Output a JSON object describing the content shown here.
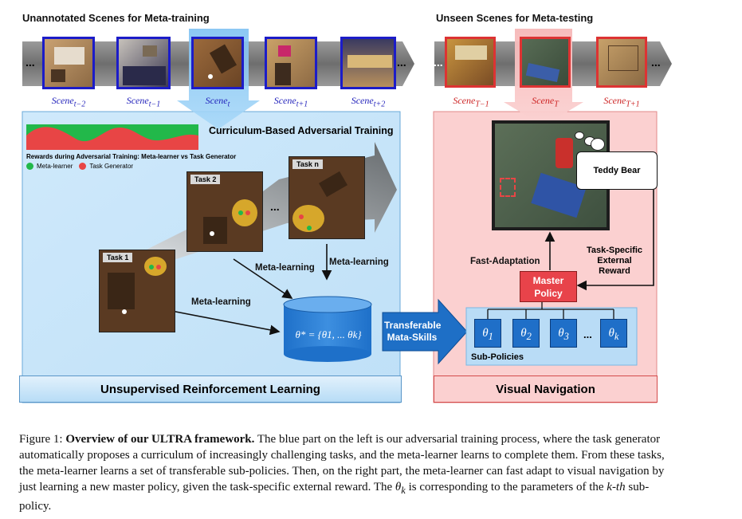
{
  "figure": {
    "left_header": "Unannotated Scenes for Meta-training",
    "right_header": "Unseen Scenes for Meta-testing",
    "ellipsis": "...",
    "train_scenes": [
      {
        "base": "Scene",
        "sub": "t−2"
      },
      {
        "base": "Scene",
        "sub": "t−1"
      },
      {
        "base": "Scene",
        "sub": "t"
      },
      {
        "base": "Scene",
        "sub": "t+1"
      },
      {
        "base": "Scene",
        "sub": "t+2"
      }
    ],
    "test_scenes": [
      {
        "base": "Scene",
        "sub": "T−1"
      },
      {
        "base": "Scene",
        "sub": "T"
      },
      {
        "base": "Scene",
        "sub": "T+1"
      }
    ],
    "left_panel": {
      "title": "Curriculum-Based Adversarial Training",
      "rewards_title": "Rewards during Adversarial Training: Meta-learner vs Task Generator",
      "legend": [
        {
          "label": "Meta-learner",
          "color": "#22b84a"
        },
        {
          "label": "Task Generator",
          "color": "#e84545"
        }
      ],
      "tasks": [
        "Task 1",
        "Task 2",
        "Task n"
      ],
      "dots": "...",
      "meta_learning": "Meta-learning",
      "theta_formula": "θ* = {θ1, ... θk}",
      "bottom_label": "Unsupervised Reinforcement Learning"
    },
    "transfer_arrow": {
      "line1": "Transferable",
      "line2": "Mata-Skills"
    },
    "right_panel": {
      "goal_bubble": "Teddy Bear",
      "fast_adaptation": "Fast-Adaptation",
      "reward_label": {
        "line1": "Task-Specific",
        "line2": "External",
        "line3": "Reward"
      },
      "master_policy": {
        "line1": "Master",
        "line2": "Policy"
      },
      "sub_policies_label": "Sub-Policies",
      "thetas": [
        {
          "base": "θ",
          "sub": "1"
        },
        {
          "base": "θ",
          "sub": "2"
        },
        {
          "base": "θ",
          "sub": "3"
        },
        {
          "base": "θ",
          "sub": "k"
        }
      ],
      "bottom_label": "Visual Navigation"
    },
    "caption": {
      "prefix": "Figure 1: ",
      "bold": "Overview of our ULTRA framework.",
      "text_1": "  The blue part on the left is our adversarial training process, where the task generator automatically proposes a curriculum of increasingly challenging tasks, and the meta-learner learns to complete them. From these tasks, the meta-learner learns a set of transferable sub-policies. Then, on the right part, the meta-learner can fast adapt to visual navigation by just learning a new master policy, given the task-specific external reward. The ",
      "theta": "θ",
      "theta_sub": "k",
      "text_2": " is corresponding to the parameters of the ",
      "kth": "k-th",
      "text_3": " sub-policy."
    }
  }
}
